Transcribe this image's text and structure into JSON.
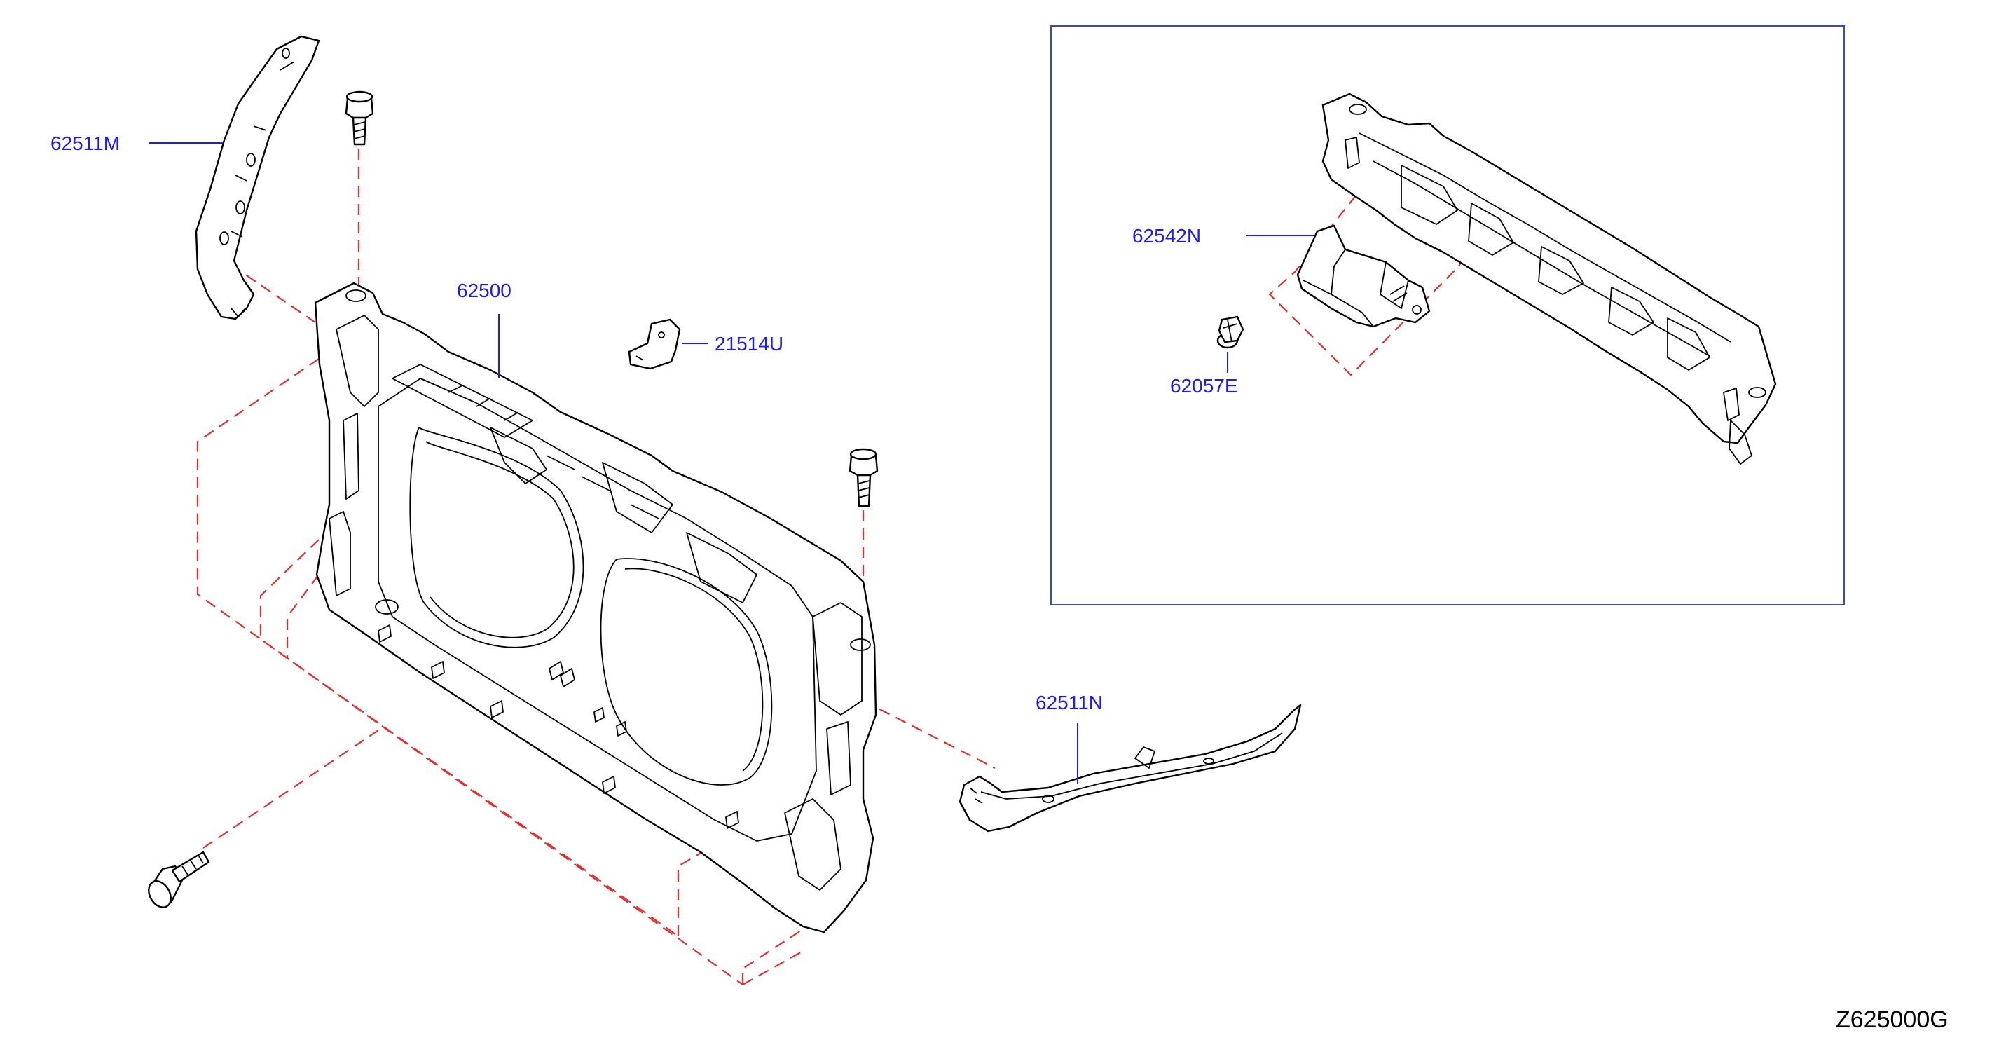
{
  "diagram_id": "Z625000G",
  "parts": {
    "bracket_upper_left": "62511M",
    "radiator_core_support": "62500",
    "bracket_small": "21514U",
    "bracket_lower_right": "62511N",
    "duct_inset": "62542N",
    "clip_inset": "62057E"
  },
  "colors": {
    "label": "#1a1aff",
    "guide_dash": "#e03030",
    "inset_frame": "#3a4fa8",
    "outline": "#000000"
  }
}
